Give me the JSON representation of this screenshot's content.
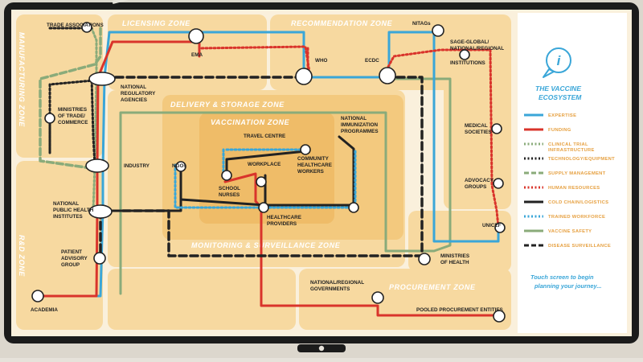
{
  "zones": {
    "manufacturing": "MANUFACTURING ZONE",
    "licensing": "LICENSING ZONE",
    "recommendation": "RECOMMENDATION ZONE",
    "delivery": "DELIVERY & STORAGE ZONE",
    "vaccination": "VACCINATION ZONE",
    "monitoring": "MONITORING & SURVEILLANCE ZONE",
    "rnd": "R&D ZONE",
    "procurement": "PROCUREMENT ZONE"
  },
  "stations": {
    "trade_associations": "TRADE ASSOCIATIONS",
    "ema": "EMA",
    "who": "WHO",
    "ecdc": "ECDC",
    "nitags": "NITAGs",
    "sage_1": "SAGE-GLOBAL/",
    "sage_2": "NATIONAL/REGIONAL",
    "sage_3": "INSTITUTIONS",
    "nra_1": "NATIONAL",
    "nra_2": "REGULATORY",
    "nra_3": "AGENCIES",
    "ministries_trade_1": "MINISTRIES",
    "ministries_trade_2": "OF TRADE/",
    "ministries_trade_3": "COMMERCE",
    "industry": "INDUSTRY",
    "ngos": "NGOs",
    "travel_centre": "TRAVEL CENTRE",
    "workplace": "WORKPLACE",
    "chw_1": "COMMUNITY",
    "chw_2": "HEALTHCARE",
    "chw_3": "WORKERS",
    "school_1": "SCHOOL",
    "school_2": "NURSES",
    "nip_1": "NATIONAL",
    "nip_2": "IMMUNIZATION",
    "nip_3": "PROGRAMMES",
    "medical_1": "MEDICAL",
    "medical_2": "SOCIETIES",
    "advocacy_1": "ADVOCACY",
    "advocacy_2": "GROUPS",
    "nphi_1": "NATIONAL",
    "nphi_2": "PUBLIC HEALTH",
    "nphi_3": "INSTITUTES",
    "hcp_1": "HEALTHCARE",
    "hcp_2": "PROVIDERS",
    "unicef": "UNICEF",
    "patient_1": "PATIENT",
    "patient_2": "ADVISORY",
    "patient_3": "GROUP",
    "moh_1": "MINISTRIES",
    "moh_2": "OF HEALTH",
    "nrg_1": "NATIONAL/REGIONAL",
    "nrg_2": "GOVERNMENTS",
    "academia": "ACADEMIA",
    "ppe": "POOLED PROCUREMENT ENTITIES"
  },
  "panel": {
    "icon_glyph": "i",
    "title_1": "THE VACCINE",
    "title_2": "ECOSYSTEM",
    "touch_1": "Touch screen to begin",
    "touch_2": "planning your journey..."
  },
  "legend": [
    {
      "label": "EXPERTISE",
      "color": "#3aa6d8",
      "style": "solid"
    },
    {
      "label": "FUNDING",
      "color": "#d9342b",
      "style": "solid"
    },
    {
      "label": "CLINICAL TRIAL INFRASTRUCTURE",
      "color": "#8aab7a",
      "style": "dotted"
    },
    {
      "label": "TECHNOLOGY/EQUIPMENT",
      "color": "#222222",
      "style": "dotted"
    },
    {
      "label": "SUPPLY MANAGEMENT",
      "color": "#8aab7a",
      "style": "dashed"
    },
    {
      "label": "HUMAN RESOURCES",
      "color": "#d9342b",
      "style": "dotted"
    },
    {
      "label": "COLD CHAIN/LOGISTICS",
      "color": "#222222",
      "style": "solid"
    },
    {
      "label": "TRAINED WORKFORCE",
      "color": "#3aa6d8",
      "style": "dotted"
    },
    {
      "label": "VACCINE SAFETY",
      "color": "#8aab7a",
      "style": "solid"
    },
    {
      "label": "DISEASE SURVEILLANCE",
      "color": "#222222",
      "style": "dashed"
    }
  ],
  "colors": {
    "zone_fill": "#f7d9a0",
    "zone_fill_inner": "#f3c97e",
    "zone_fill_core": "#efbc68",
    "expertise": "#3aa6d8",
    "funding": "#d9342b",
    "safety": "#8aab7a",
    "ink": "#222222"
  }
}
